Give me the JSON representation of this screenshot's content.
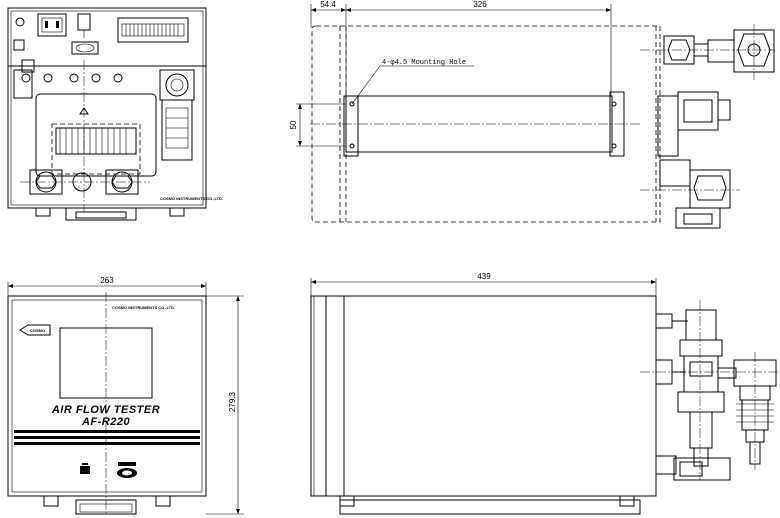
{
  "dimensions": {
    "top_left_offset": "54.4",
    "top_length": "326",
    "top_height": "50",
    "front_width": "263",
    "front_height": "279.3",
    "side_length": "439"
  },
  "labels": {
    "mounting_hole": "4-φ4.5  Mounting Hole",
    "product_name": "AIR FLOW TESTER",
    "model": "AF-R220",
    "maker": "COSMO INSTRUMENTS CO.,LTD.",
    "logo": "COSMO"
  }
}
